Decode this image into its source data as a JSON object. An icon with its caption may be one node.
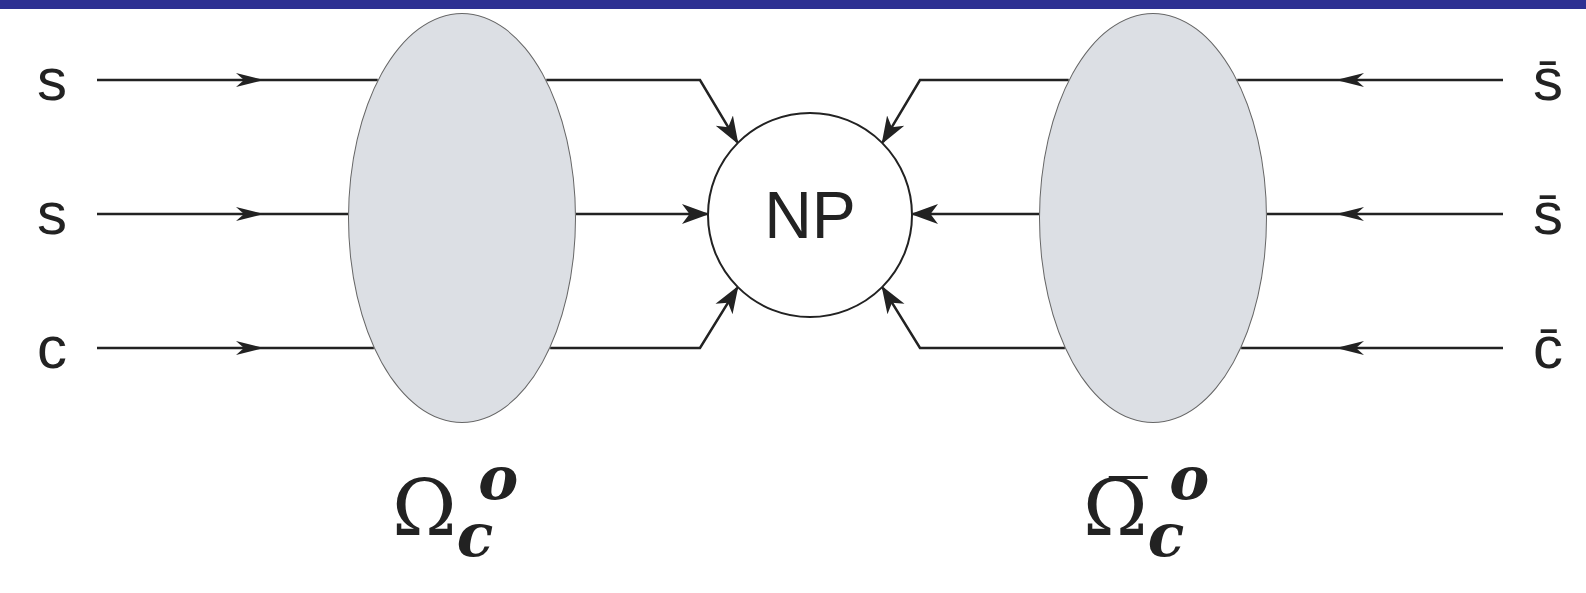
{
  "diagram": {
    "nodes": [
      {
        "text": [
          "s"
        ]
      },
      {
        "text": [
          "s"
        ]
      },
      {
        "text": [
          "c"
        ]
      },
      {
        "text": [],
        "shape": "ellipse",
        "beside": [
          "Ω$_{c}$$^{o}$"
        ]
      },
      {
        "text": [
          "NP"
        ]
      },
      {
        "text": [],
        "shape": "ellipse",
        "beside": [
          "Ω̅$_{c}$$^{o}$"
        ]
      },
      {
        "text": [
          "s̄"
        ]
      },
      {
        "text": [
          "s̄"
        ]
      },
      {
        "text": [
          "c̄"
        ]
      }
    ],
    "edges": [
      {
        "from": 0,
        "to": 3,
        "arrow": "to"
      },
      {
        "from": 1,
        "to": 3,
        "arrow": "to"
      },
      {
        "from": 2,
        "to": 3,
        "arrow": "to"
      },
      {
        "from": 3,
        "to": 4,
        "arrow": "to"
      },
      {
        "from": 3,
        "to": 4,
        "arrow": "to"
      },
      {
        "from": 3,
        "to": 4,
        "arrow": "to"
      },
      {
        "from": 6,
        "to": 5,
        "arrow": "to"
      },
      {
        "from": 7,
        "to": 5,
        "arrow": "to"
      },
      {
        "from": 8,
        "to": 5,
        "arrow": "to"
      },
      {
        "from": 5,
        "to": 4,
        "arrow": "to"
      },
      {
        "from": 5,
        "to": 4,
        "arrow": "to"
      },
      {
        "from": 5,
        "to": 4,
        "arrow": "to"
      }
    ]
  }
}
